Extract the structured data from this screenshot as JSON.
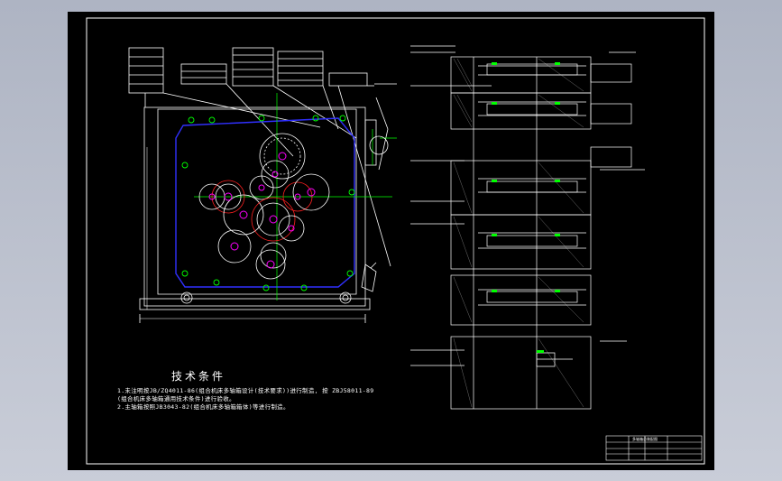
{
  "canvas": {
    "background": "#000000",
    "outer_background": "#b8bdca"
  },
  "colors": {
    "line": "#ffffff",
    "green": "#00ff00",
    "magenta": "#ff00ff",
    "red": "#ff2020",
    "blue": "#3030ff",
    "cyan": "#00ffff"
  },
  "technical_requirements": {
    "title": "技术条件",
    "lines": [
      "1.未注明按JB/ZQ4011-86(组合机床多轴箱设计(技术要求))进行制造, 按 ZBJ58011-89",
      "(组合机床多轴箱通用技术条件)进行验收。",
      "2.主轴箱按照JB3043-82(组合机床多轴箱箱体)等进行制造。"
    ]
  },
  "title_block": {
    "label": "多轴箱总装配图"
  }
}
